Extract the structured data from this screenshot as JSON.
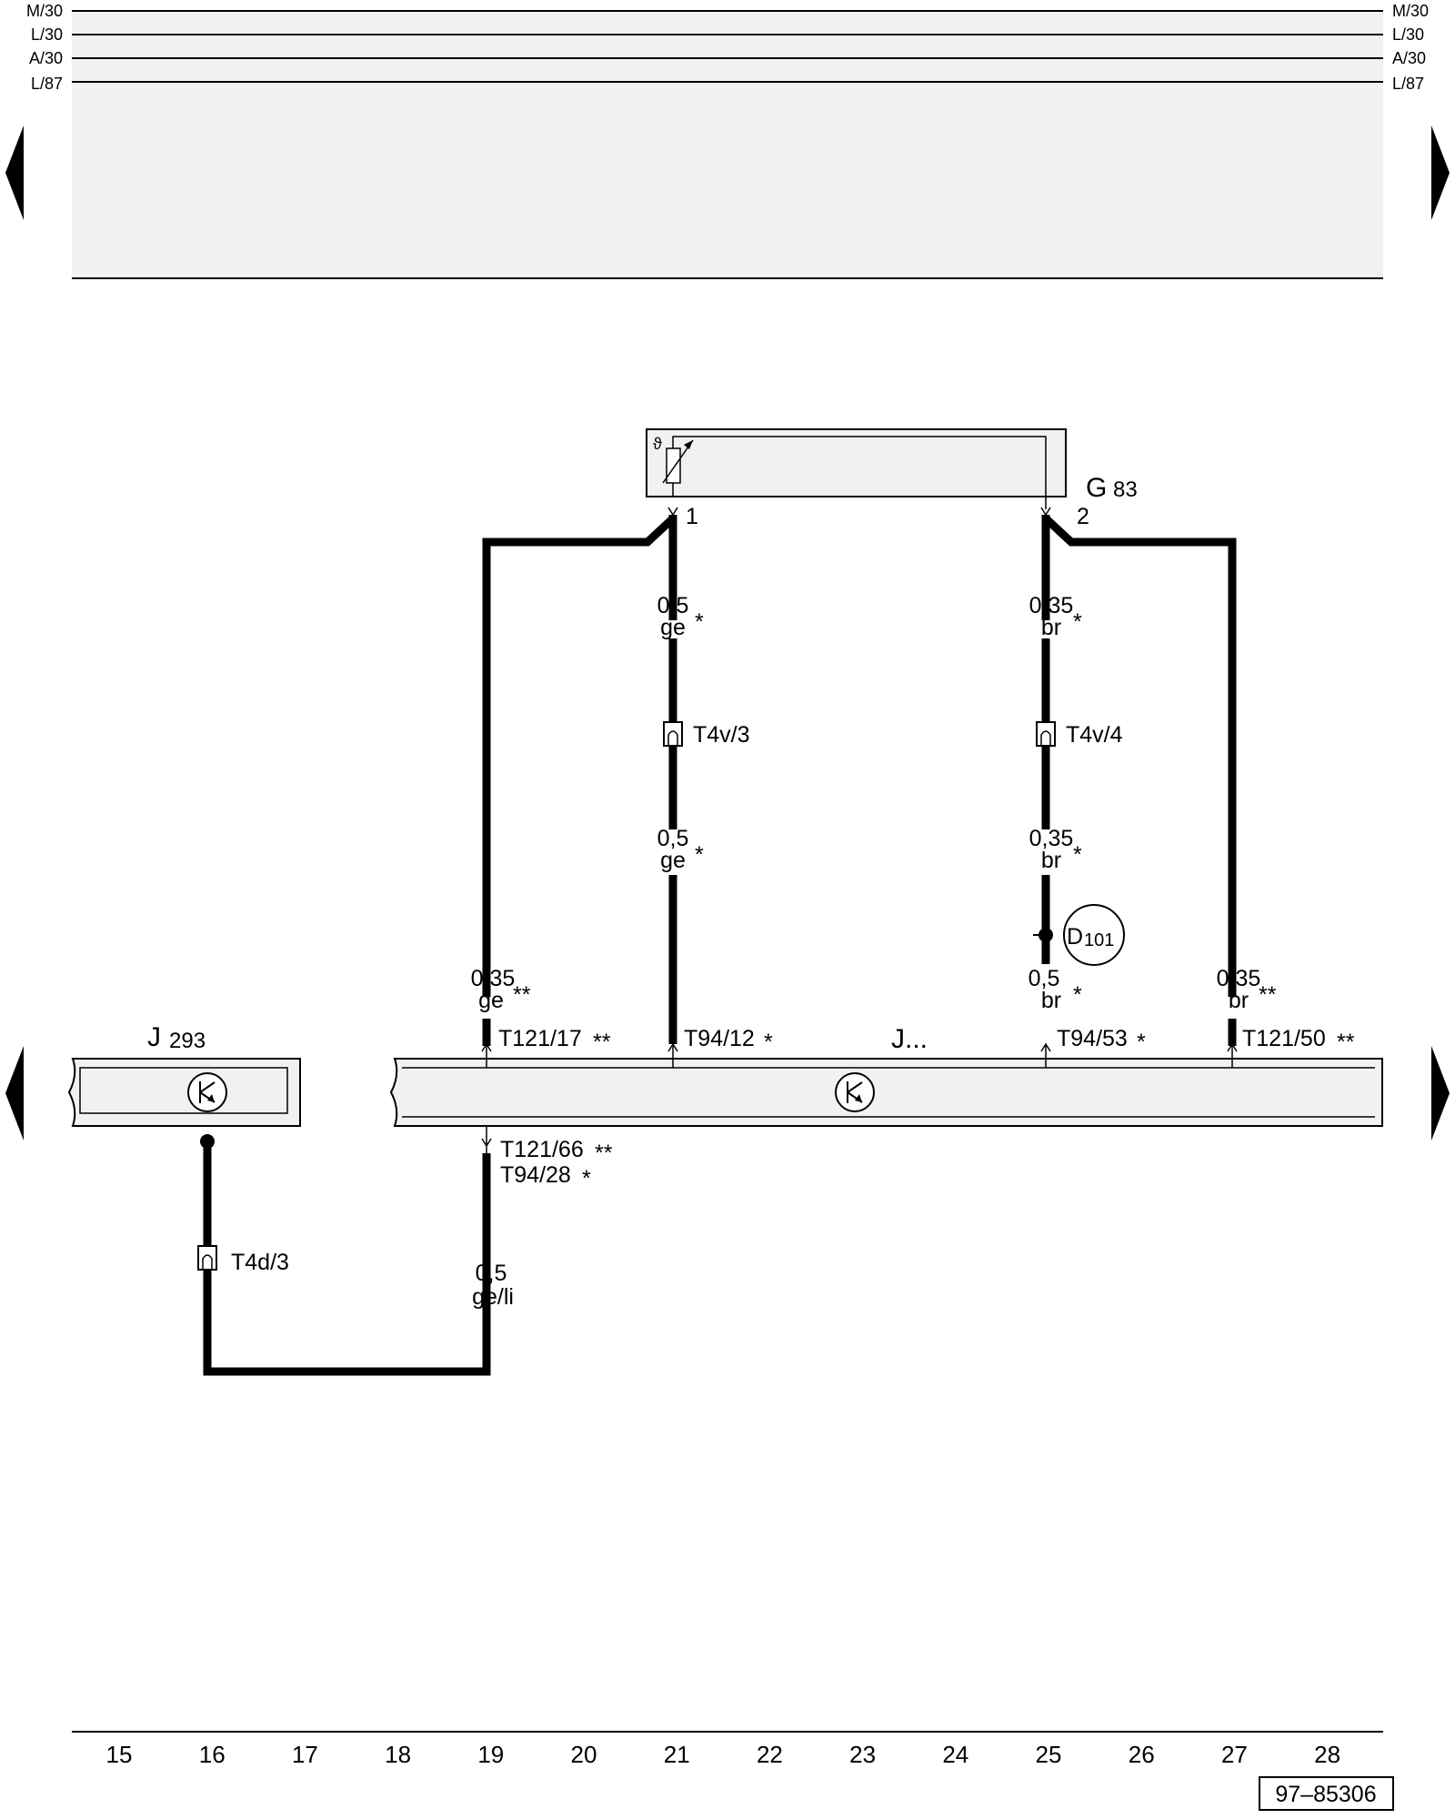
{
  "rails": {
    "left": [
      "M/30",
      "L/30",
      "A/30",
      "L/87"
    ],
    "right": [
      "M/30",
      "L/30",
      "A/30",
      "L/87"
    ]
  },
  "nav": {
    "left_arrow": "previous page",
    "right_arrow": "next page"
  },
  "components": {
    "g83": {
      "label": "G",
      "sub": "83",
      "pin1": "1",
      "pin2": "2"
    },
    "j293": {
      "label": "J",
      "sub": "293"
    },
    "j_main": {
      "label": "J..."
    },
    "d101": {
      "label": "D",
      "sub": "101"
    }
  },
  "wire_labels": {
    "w1_top_size": "0,5",
    "w1_top_color": "ge",
    "w1_top_star": "*",
    "w1_conn": "T4v/3",
    "w1_bot_size": "0,5",
    "w1_bot_color": "ge",
    "w1_bot_star": "*",
    "w2_top_size": "0,35",
    "w2_top_color": "br",
    "w2_top_star": "*",
    "w2_conn": "T4v/4",
    "w2_mid_size": "0,35",
    "w2_mid_color": "br",
    "w2_mid_star": "*",
    "w2_bot_size": "0,5",
    "w2_bot_color": "br",
    "w2_bot_star": "*",
    "w3_size": "0,35",
    "w3_color": "ge",
    "w3_star": "**",
    "w4_size": "0,35",
    "w4_color": "br",
    "w4_star": "**",
    "w5_size": "0,5",
    "w5_color": "ge/li",
    "w6_conn": "T4d/3"
  },
  "pins": {
    "p1": "T121/17",
    "p1_star": "**",
    "p2": "T94/12",
    "p2_star": "*",
    "p3": "T94/53",
    "p3_star": "*",
    "p4": "T121/50",
    "p4_star": "**",
    "p5": "T121/66",
    "p5_star": "**",
    "p6": "T94/28",
    "p6_star": "*"
  },
  "columns": [
    "15",
    "16",
    "17",
    "18",
    "19",
    "20",
    "21",
    "22",
    "23",
    "24",
    "25",
    "26",
    "27",
    "28"
  ],
  "doc_number": "97–85306",
  "colors": {
    "header_bg": "#f1f1f1",
    "component_bg": "#f1f1f1",
    "line": "#000000"
  }
}
